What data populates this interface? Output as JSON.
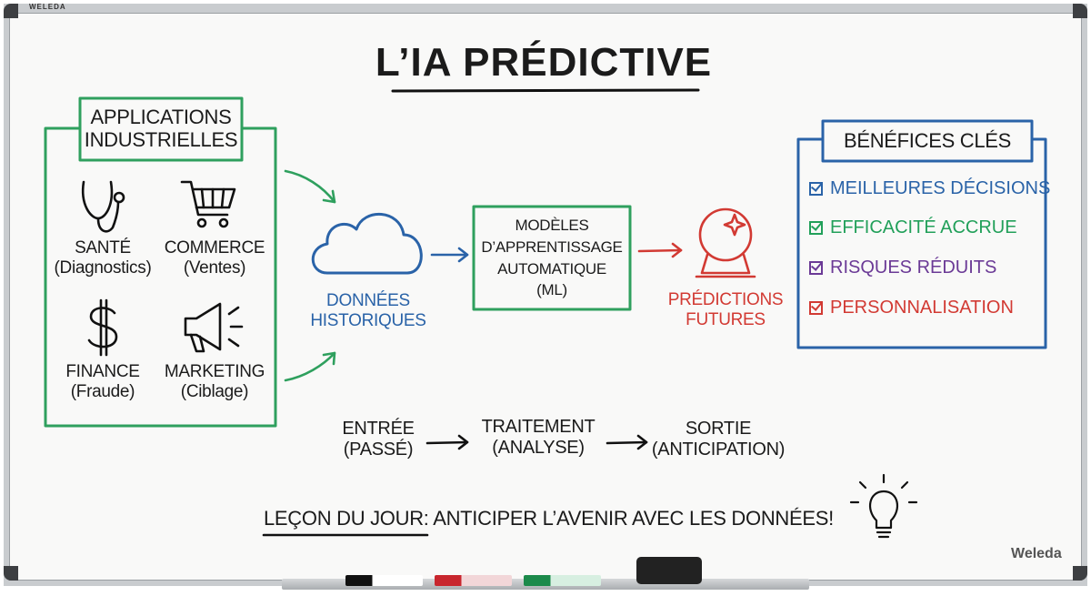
{
  "board": {
    "brand_top": "WELEDA",
    "brand_bottom": "Weleda"
  },
  "title": "L’IA PRÉDICTIVE",
  "applications": {
    "heading_line1": "APPLICATIONS",
    "heading_line2": "INDUSTRIELLES",
    "items": [
      {
        "icon": "stethoscope-icon",
        "name": "SANTÉ",
        "detail": "(Diagnostics)"
      },
      {
        "icon": "shopping-cart-icon",
        "name": "COMMERCE",
        "detail": "(Ventes)"
      },
      {
        "icon": "dollar-icon",
        "name": "FINANCE",
        "detail": "(Fraude)"
      },
      {
        "icon": "megaphone-icon",
        "name": "MARKETING",
        "detail": "(Ciblage)"
      }
    ]
  },
  "data_node": {
    "line1": "DONNÉES",
    "line2": "HISTORIQUES",
    "icon": "cloud-icon"
  },
  "model_node": {
    "lines": [
      "MODÈLES",
      "D’APPRENTISSAGE",
      "AUTOMATIQUE",
      "(ML)"
    ]
  },
  "prediction_node": {
    "line1": "PRÉDICTIONS",
    "line2": "FUTURES",
    "icon": "crystal-ball-icon"
  },
  "benefits": {
    "heading": "BÉNÉFICES CLÉS",
    "items": [
      {
        "label": "MEILLEURES DÉCISIONS",
        "color": "#2a63a8"
      },
      {
        "label": "EFFICACITÉ ACCRUE",
        "color": "#22a05a"
      },
      {
        "label": "RISQUES RÉDUITS",
        "color": "#6b3a96"
      },
      {
        "label": "PERSONNALISATION",
        "color": "#d23a33"
      }
    ]
  },
  "flow": [
    {
      "line1": "ENTRÉE",
      "line2": "(PASSÉ)"
    },
    {
      "line1": "TRAITEMENT",
      "line2": "(ANALYSE)"
    },
    {
      "line1": "SORTIE",
      "line2": "(ANTICIPATION)"
    }
  ],
  "lesson": {
    "label": "LEÇON DU JOUR",
    "text": ": ANTICIPER L’AVENIR AVEC LES DONNÉES!"
  },
  "colors": {
    "green": "#2fa05e",
    "blue": "#2a63a8",
    "red": "#d23a33",
    "purple": "#6b3a96"
  }
}
